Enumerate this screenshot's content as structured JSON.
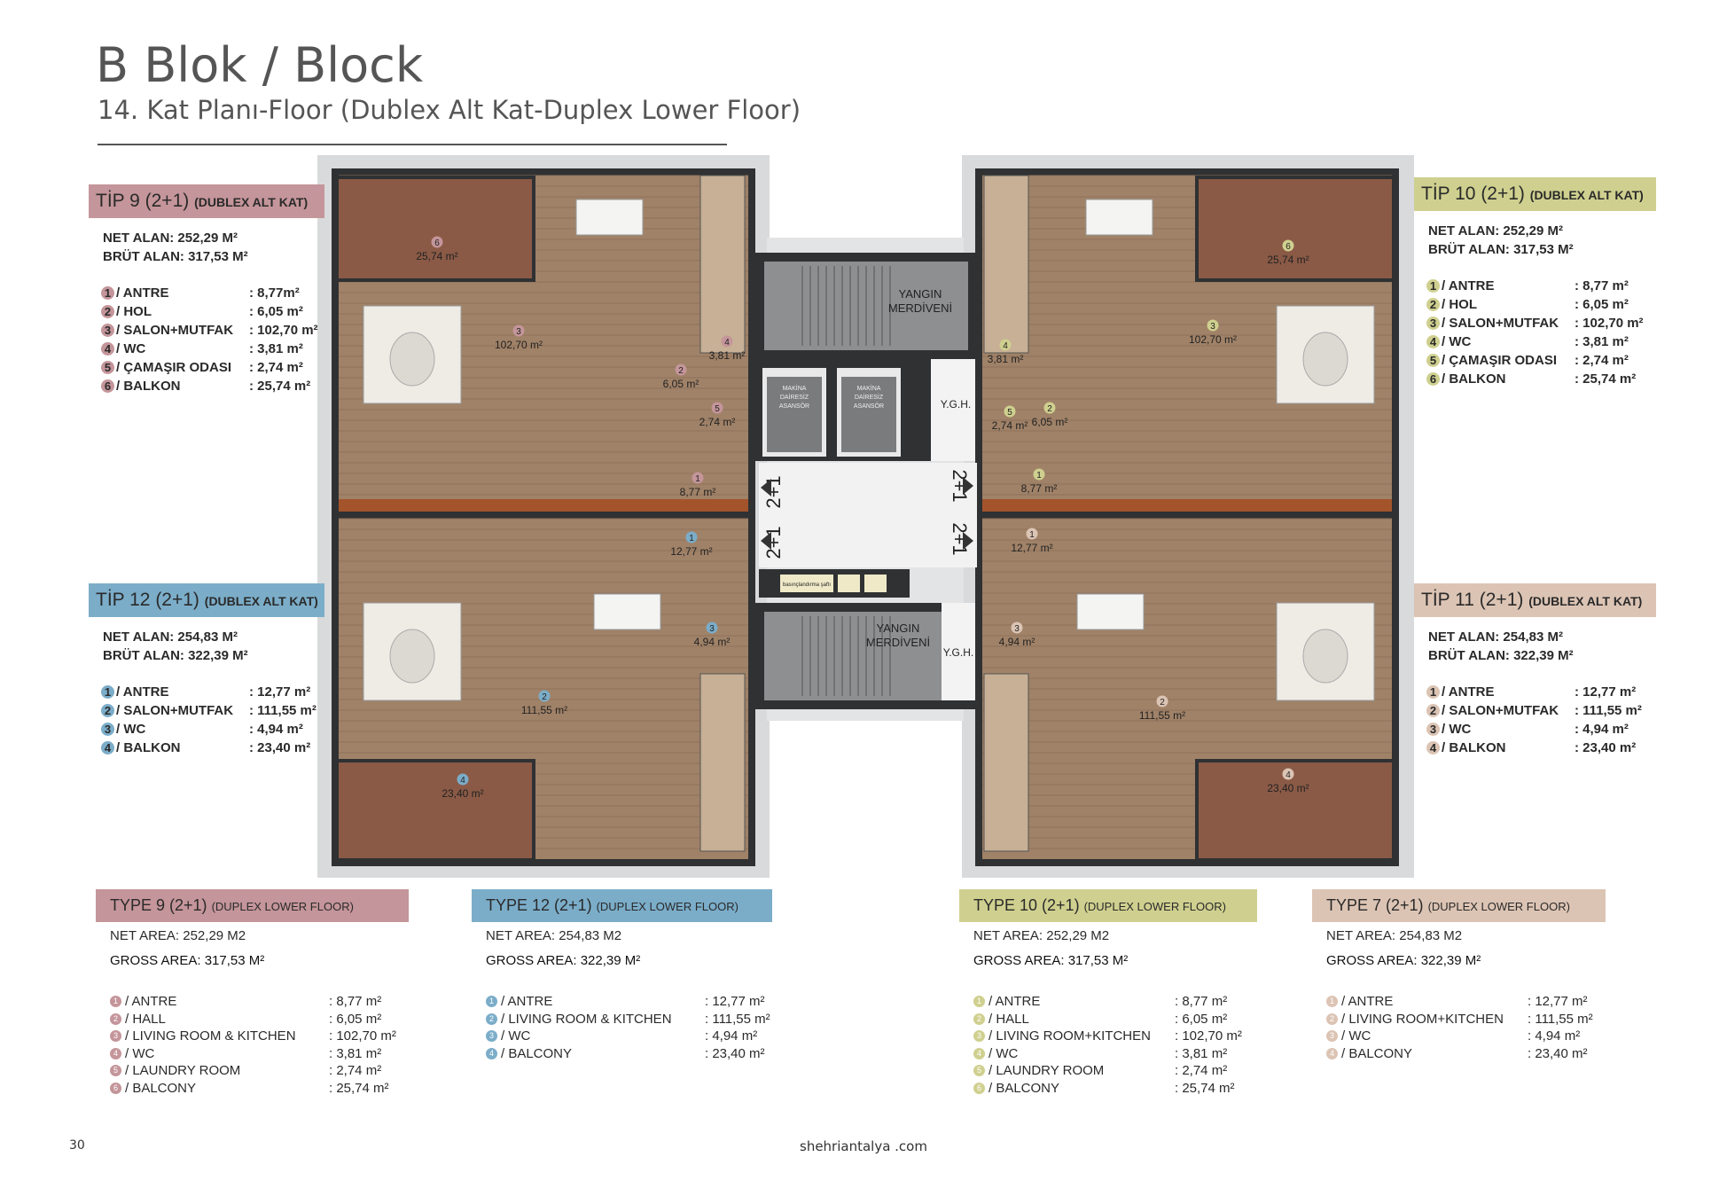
{
  "header": {
    "title": "B Blok / Block",
    "subtitle": "14. Kat Planı-Floor (Dublex Alt Kat-Duplex Lower Floor)"
  },
  "colors": {
    "tip9": "#c4959a",
    "tip12": "#7badc9",
    "tip10": "#cfd08f",
    "tip11": "#dcc4b4",
    "wood": "#a08268",
    "deck": "#8a5a46",
    "wall": "#2f3133",
    "core": "#8e8f91"
  },
  "side_cards": [
    {
      "id": "tip9",
      "title": "TİP 9 (2+1)",
      "sub": "(DUBLEX ALT KAT)",
      "net": "NET ALAN:   252,29 M²",
      "gross": "BRÜT ALAN: 317,53 M²",
      "rooms": [
        {
          "n": "1",
          "name": "/ ANTRE",
          "area": ": 8,77m²"
        },
        {
          "n": "2",
          "name": "/ HOL",
          "area": ": 6,05 m²"
        },
        {
          "n": "3",
          "name": "/ SALON+MUTFAK",
          "area": ": 102,70 m²"
        },
        {
          "n": "4",
          "name": "/ WC",
          "area": ": 3,81 m²"
        },
        {
          "n": "5",
          "name": "/ ÇAMAŞIR ODASI",
          "area": ": 2,74 m²"
        },
        {
          "n": "6",
          "name": "/ BALKON",
          "area": ": 25,74 m²"
        }
      ]
    },
    {
      "id": "tip12",
      "title": "TİP 12 (2+1)",
      "sub": "(DUBLEX ALT KAT)",
      "net": "NET ALAN:   254,83 M²",
      "gross": "BRÜT ALAN: 322,39 M²",
      "rooms": [
        {
          "n": "1",
          "name": "/ ANTRE",
          "area": ": 12,77 m²"
        },
        {
          "n": "2",
          "name": "/ SALON+MUTFAK",
          "area": ": 111,55 m²"
        },
        {
          "n": "3",
          "name": "/ WC",
          "area": ": 4,94 m²"
        },
        {
          "n": "4",
          "name": "/ BALKON",
          "area": ": 23,40 m²"
        }
      ]
    },
    {
      "id": "tip10",
      "title": "TİP 10 (2+1)",
      "sub": "(DUBLEX  ALT KAT)",
      "net": "NET ALAN:   252,29 M²",
      "gross": "BRÜT ALAN: 317,53 M²",
      "rooms": [
        {
          "n": "1",
          "name": "/ ANTRE",
          "area": ": 8,77 m²"
        },
        {
          "n": "2",
          "name": "/ HOL",
          "area": ": 6,05 m²"
        },
        {
          "n": "3",
          "name": "/ SALON+MUTFAK",
          "area": ": 102,70 m²"
        },
        {
          "n": "4",
          "name": "/ WC",
          "area": ": 3,81 m²"
        },
        {
          "n": "5",
          "name": "/ ÇAMAŞIR ODASI",
          "area": ": 2,74 m²"
        },
        {
          "n": "6",
          "name": "/ BALKON",
          "area": ": 25,74 m²"
        }
      ]
    },
    {
      "id": "tip11",
      "title": "TİP 11 (2+1)",
      "sub": "(DUBLEX ALT KAT)",
      "net": "NET ALAN:   254,83 M²",
      "gross": "BRÜT ALAN: 322,39 M²",
      "rooms": [
        {
          "n": "1",
          "name": "/ ANTRE",
          "area": ": 12,77 m²"
        },
        {
          "n": "2",
          "name": "/ SALON+MUTFAK",
          "area": ": 111,55 m²"
        },
        {
          "n": "3",
          "name": "/ WC",
          "area": ": 4,94 m²"
        },
        {
          "n": "4",
          "name": "/ BALKON",
          "area": ": 23,40 m²"
        }
      ]
    }
  ],
  "bottom_cards": [
    {
      "id": "type9",
      "title": "TYPE 9 (2+1)",
      "sub": "(DUPLEX LOWER FLOOR)",
      "net": "NET AREA: 252,29 M2",
      "gross": "GROSS AREA: 317,53 M²",
      "rooms": [
        {
          "n": "1",
          "name": "/ ANTRE",
          "area": ": 8,77 m²"
        },
        {
          "n": "2",
          "name": "/ HALL",
          "area": ": 6,05 m²"
        },
        {
          "n": "3",
          "name": "/ LIVING ROOM & KITCHEN",
          "area": ": 102,70 m²"
        },
        {
          "n": "4",
          "name": "/ WC",
          "area": ": 3,81 m²"
        },
        {
          "n": "5",
          "name": "/ LAUNDRY ROOM",
          "area": ": 2,74 m²"
        },
        {
          "n": "6",
          "name": "/ BALCONY",
          "area": ": 25,74 m²"
        }
      ]
    },
    {
      "id": "type12",
      "title": "TYPE 12 (2+1)",
      "sub": "(DUPLEX LOWER FLOOR)",
      "net": "NET AREA: 254,83 M2",
      "gross": "GROSS AREA: 322,39 M²",
      "rooms": [
        {
          "n": "1",
          "name": "/ ANTRE",
          "area": ": 12,77 m²"
        },
        {
          "n": "2",
          "name": "/ LIVING ROOM & KITCHEN",
          "area": ": 111,55 m²"
        },
        {
          "n": "3",
          "name": "/ WC",
          "area": ": 4,94 m²"
        },
        {
          "n": "4",
          "name": "/ BALCONY",
          "area": ": 23,40 m²"
        }
      ]
    },
    {
      "id": "type10",
      "title": "TYPE 10 (2+1)",
      "sub": "(DUPLEX LOWER FLOOR)",
      "net": "NET AREA: 252,29 M2",
      "gross": "GROSS AREA: 317,53 M²",
      "rooms": [
        {
          "n": "1",
          "name": "/ ANTRE",
          "area": ": 8,77 m²"
        },
        {
          "n": "2",
          "name": "/ HALL",
          "area": ": 6,05 m²"
        },
        {
          "n": "3",
          "name": "/ LIVING ROOM+KITCHEN",
          "area": ": 102,70 m²"
        },
        {
          "n": "4",
          "name": "/ WC",
          "area": ": 3,81 m²"
        },
        {
          "n": "5",
          "name": "/ LAUNDRY ROOM",
          "area": ": 2,74 m²"
        },
        {
          "n": "6",
          "name": "/ BALCONY",
          "area": ": 25,74 m²"
        }
      ]
    },
    {
      "id": "type7",
      "title": "TYPE 7 (2+1)",
      "sub": "(DUPLEX LOWER FLOOR)",
      "net": "NET AREA: 254,83 M2",
      "gross": "GROSS AREA: 322,39 M²",
      "rooms": [
        {
          "n": "1",
          "name": "/ ANTRE",
          "area": ": 12,77 m²"
        },
        {
          "n": "2",
          "name": "/ LIVING ROOM+KITCHEN",
          "area": ": 111,55 m²"
        },
        {
          "n": "3",
          "name": "/ WC",
          "area": ": 4,94 m²"
        },
        {
          "n": "4",
          "name": "/ BALCONY",
          "area": ": 23,40 m²"
        }
      ]
    }
  ],
  "plan": {
    "core": {
      "stair": "YANGIN",
      "stair2": "MERDİVENİ",
      "ygh": "Y.G.H.",
      "lift1": "MAKİNA",
      "lift2": "DAİRESİZ",
      "lift3": "ASANSÖR",
      "unit": "2+1",
      "shaft": "basınçlandırma şaftı"
    },
    "labels": [
      {
        "n": "6",
        "a": "25,74 m²",
        "c": "tip9"
      },
      {
        "n": "3",
        "a": "102,70 m²",
        "c": "tip9"
      },
      {
        "n": "4",
        "a": "3,81 m²",
        "c": "tip9"
      },
      {
        "n": "2",
        "a": "6,05 m²",
        "c": "tip9"
      },
      {
        "n": "5",
        "a": "2,74 m²",
        "c": "tip9"
      },
      {
        "n": "1",
        "a": "8,77 m²",
        "c": "tip9"
      },
      {
        "n": "1",
        "a": "12,77 m²",
        "c": "tip12"
      },
      {
        "n": "3",
        "a": "4,94 m²",
        "c": "tip12"
      },
      {
        "n": "2",
        "a": "111,55 m²",
        "c": "tip12"
      },
      {
        "n": "4",
        "a": "23,40 m²",
        "c": "tip12"
      },
      {
        "n": "6",
        "a": "25,74 m²",
        "c": "tip10"
      },
      {
        "n": "3",
        "a": "102,70 m²",
        "c": "tip10"
      },
      {
        "n": "4",
        "a": "3,81 m²",
        "c": "tip10"
      },
      {
        "n": "2",
        "a": "6,05 m²",
        "c": "tip10"
      },
      {
        "n": "5",
        "a": "2,74 m²",
        "c": "tip10"
      },
      {
        "n": "1",
        "a": "8,77 m²",
        "c": "tip10"
      },
      {
        "n": "1",
        "a": "12,77 m²",
        "c": "tip11"
      },
      {
        "n": "3",
        "a": "4,94 m²",
        "c": "tip11"
      },
      {
        "n": "2",
        "a": "111,55 m²",
        "c": "tip11"
      },
      {
        "n": "4",
        "a": "23,40 m²",
        "c": "tip11"
      }
    ]
  },
  "footer": {
    "page": "30",
    "site": "shehriantalya .com"
  }
}
